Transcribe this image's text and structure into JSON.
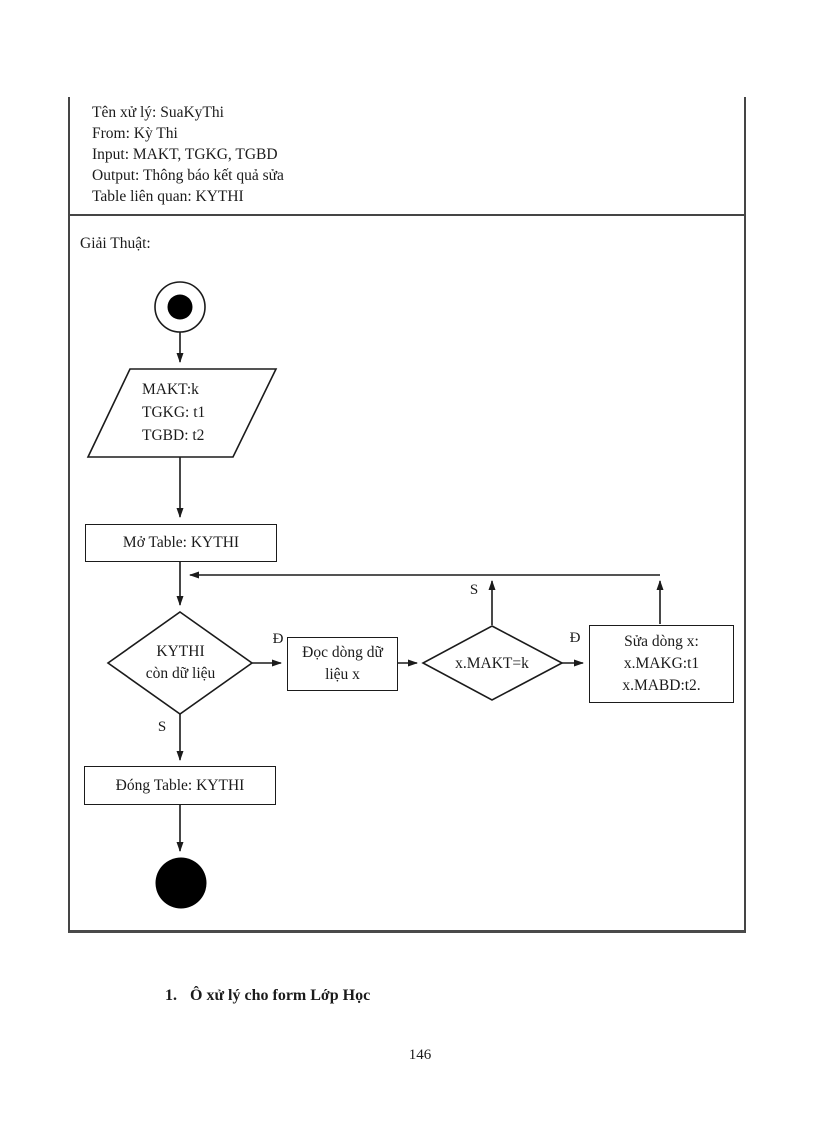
{
  "header": {
    "lines": [
      "Tên xử lý:  SuaKyThi",
      "From:  Kỳ Thi",
      "Input:  MAKT, TGKG, TGBD",
      "Output:  Thông  báo kết quả sửa",
      "Table  liên  quan:  KYTHI"
    ]
  },
  "flowchart": {
    "section_label": "Giải  Thuật:",
    "nodes": {
      "input_parallelogram": {
        "lines": [
          "MAKT:k",
          "TGKG:  t1",
          "TGBD:  t2"
        ]
      },
      "open_table": {
        "label": "Mở Table:  KYTHI"
      },
      "decision_has_data": {
        "line1": "KYTHI",
        "line2": "còn dữ liệu"
      },
      "read_row": {
        "line1": "Đọc  dòng  dữ",
        "line2": "liệu  x"
      },
      "decision_match": {
        "label": "x.MAKT=k"
      },
      "update_row": {
        "lines": [
          "Sửa  dòng  x:",
          "x.MAKG:t1",
          "x.MABD:t2."
        ]
      },
      "close_table": {
        "label": "Đóng  Table:  KYTHI"
      }
    },
    "edge_labels": {
      "has_data_true": "Đ",
      "has_data_false": "S",
      "match_true": "Đ",
      "match_false": "S"
    }
  },
  "footer": {
    "list_number": "1.",
    "caption": "Ô xử lý cho form Lớp Học",
    "page_number": "146"
  }
}
